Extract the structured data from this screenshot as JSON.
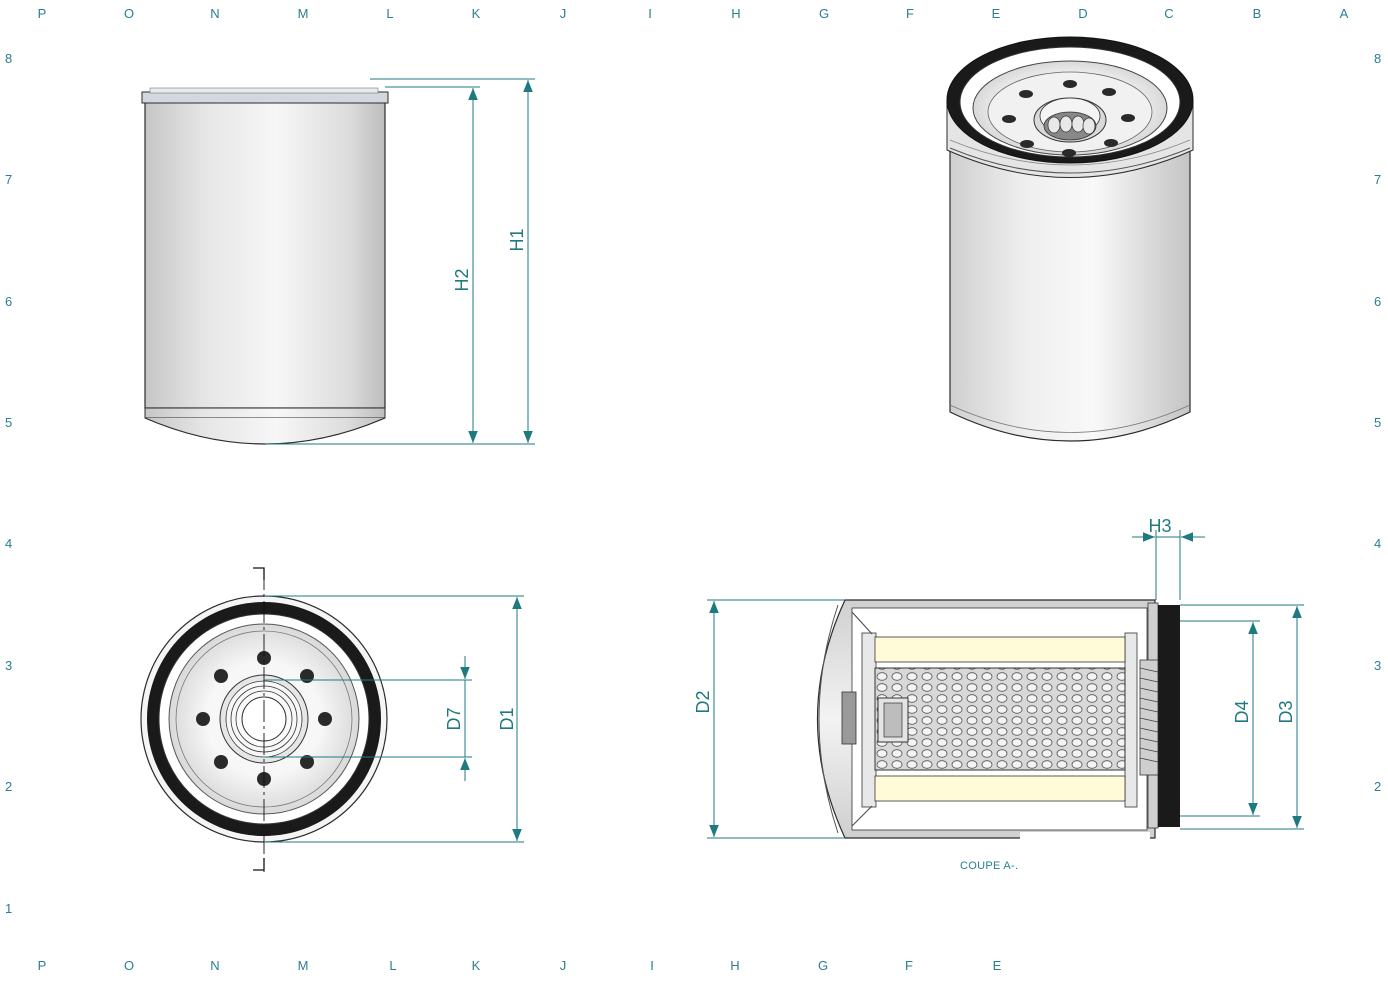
{
  "grid": {
    "top_columns": [
      "P",
      "O",
      "N",
      "M",
      "L",
      "K",
      "J",
      "I",
      "H",
      "G",
      "F",
      "E",
      "D",
      "C",
      "B",
      "A"
    ],
    "bottom_columns": [
      "P",
      "O",
      "N",
      "M",
      "L",
      "K",
      "J",
      "I",
      "H",
      "G",
      "F",
      "E"
    ],
    "left_rows": [
      "8",
      "7",
      "6",
      "5",
      "4",
      "3",
      "2",
      "1"
    ],
    "right_rows": [
      "8",
      "7",
      "6",
      "5",
      "4",
      "3",
      "2"
    ]
  },
  "dimensions": {
    "h1": "H1",
    "h2": "H2",
    "h3": "H3",
    "d1": "D1",
    "d2": "D2",
    "d3": "D3",
    "d4": "D4",
    "d7": "D7"
  },
  "section_caption": "COUPE A-.",
  "colors": {
    "dimension": "#1f7a80",
    "grid_label": "#2a7f90",
    "outline": "#2b2b2b",
    "gasket": "#1a1a1a",
    "body_light": "#f2f2f2",
    "body_shade": "#c9c9c9",
    "media": "#fffbd8"
  }
}
